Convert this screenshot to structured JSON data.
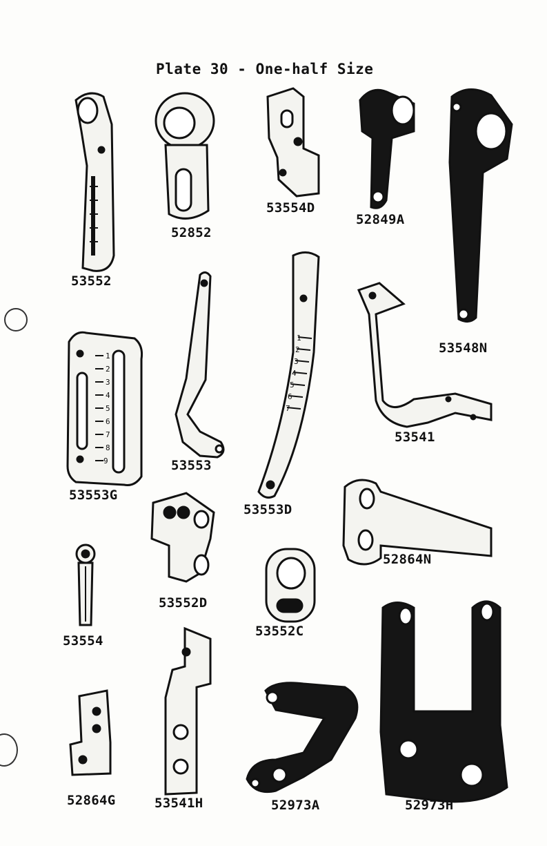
{
  "plate_title": "Plate 30 - One-half Size",
  "parts": [
    {
      "id": "53552"
    },
    {
      "id": "52852"
    },
    {
      "id": "53554D"
    },
    {
      "id": "52849A"
    },
    {
      "id": "53548N"
    },
    {
      "id": "53553G"
    },
    {
      "id": "53553"
    },
    {
      "id": "53553D"
    },
    {
      "id": "53541"
    },
    {
      "id": "53552D"
    },
    {
      "id": "52864N"
    },
    {
      "id": "53554"
    },
    {
      "id": "53552C"
    },
    {
      "id": "52864G"
    },
    {
      "id": "53541H"
    },
    {
      "id": "52973A"
    },
    {
      "id": "52973H"
    }
  ],
  "scale_marks": {
    "gauge_53553G": [
      "1",
      "2",
      "3",
      "4",
      "5",
      "6",
      "7",
      "8",
      "9"
    ],
    "bar_53553D": [
      "1",
      "2",
      "3",
      "4",
      "5",
      "6",
      "7"
    ]
  },
  "colors": {
    "ink": "#111111",
    "paper": "#fdfdfb"
  }
}
